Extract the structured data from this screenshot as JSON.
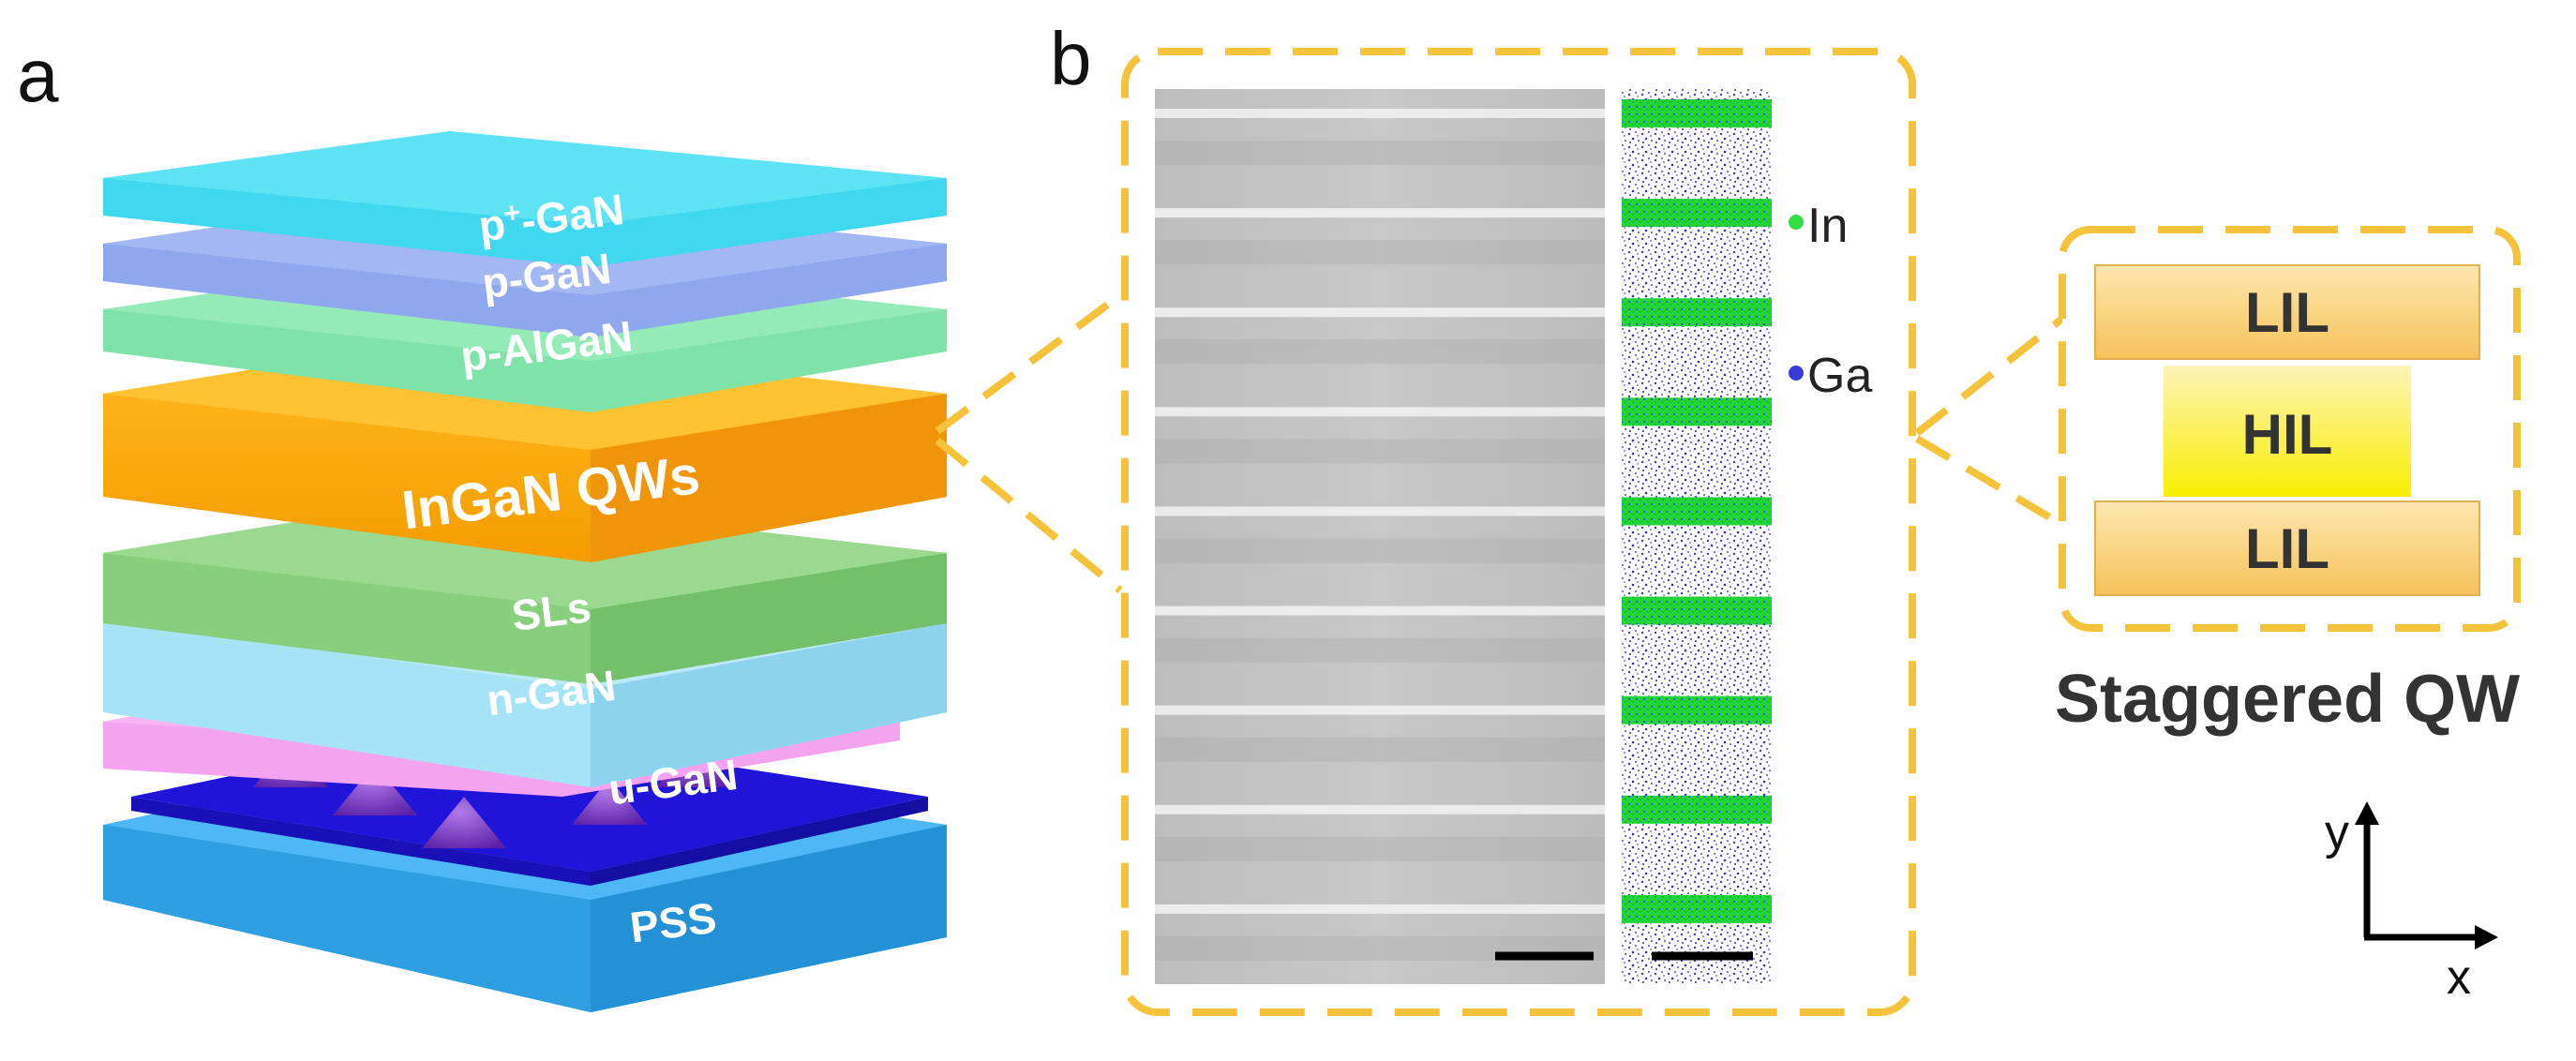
{
  "panel_a": {
    "letter": "a",
    "layers": [
      {
        "key": "p-plus-gan",
        "label_main": "p",
        "label_sup": "+",
        "label_rest": "-GaN",
        "color": "#3fd8ef"
      },
      {
        "key": "p-gan",
        "label": "p-GaN",
        "color": "#8ea7ee"
      },
      {
        "key": "p-algan",
        "label": "p-AlGaN",
        "color": "#7fe2a8"
      },
      {
        "key": "ingan-qws",
        "label": "InGaN QWs",
        "color": "#f7a90c"
      },
      {
        "key": "sls",
        "label": "SLs",
        "color": "#87cf7c"
      },
      {
        "key": "n-gan",
        "label": "n-GaN",
        "color": "#a6e3f7"
      },
      {
        "key": "u-gan",
        "label": "u-GaN",
        "color": "#f3a3ef"
      },
      {
        "key": "pss",
        "label": "PSS",
        "color": "#39aef0"
      }
    ]
  },
  "panel_b": {
    "letter": "b",
    "legend": [
      {
        "label": "In",
        "color": "#33dd44"
      },
      {
        "label": "Ga",
        "color": "#3a3ad8"
      }
    ],
    "frame_color": "#f5c33b"
  },
  "staggered_qw": {
    "layers": [
      "LIL",
      "HIL",
      "LIL"
    ],
    "caption": "Staggered QW"
  },
  "axes": {
    "y": "y",
    "x": "x"
  }
}
